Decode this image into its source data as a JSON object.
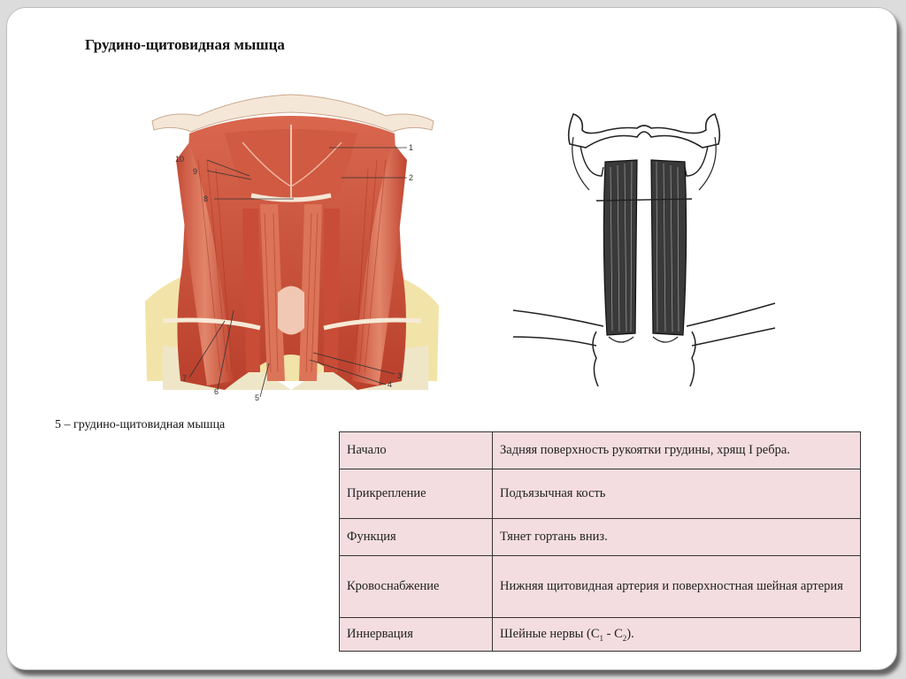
{
  "slide": {
    "title": "Грудино-щитовидная мышца",
    "caption": "5 – грудино-щитовидная мышца"
  },
  "anatomy_figure": {
    "labels": [
      "1",
      "2",
      "3",
      "4",
      "5",
      "6",
      "7",
      "8",
      "9",
      "10"
    ]
  },
  "table": {
    "rows": [
      {
        "key": "Начало",
        "value": "Задняя поверхность рукоятки грудины,  хрящ I ребра."
      },
      {
        "key": "Прикрепление",
        "value": "Подъязычная кость"
      },
      {
        "key": "Функция",
        "value": "Тянет гортань вниз."
      },
      {
        "key": "Кровоснабжение",
        "value": "Нижняя щитовидная артерия  и поверхностная шейная артерия"
      },
      {
        "key": "Иннервация",
        "value_prefix": "Шейные нервы (С",
        "value_sub1": "1",
        "value_mid": " - С",
        "value_sub2": "2",
        "value_suffix": ")."
      }
    ]
  }
}
